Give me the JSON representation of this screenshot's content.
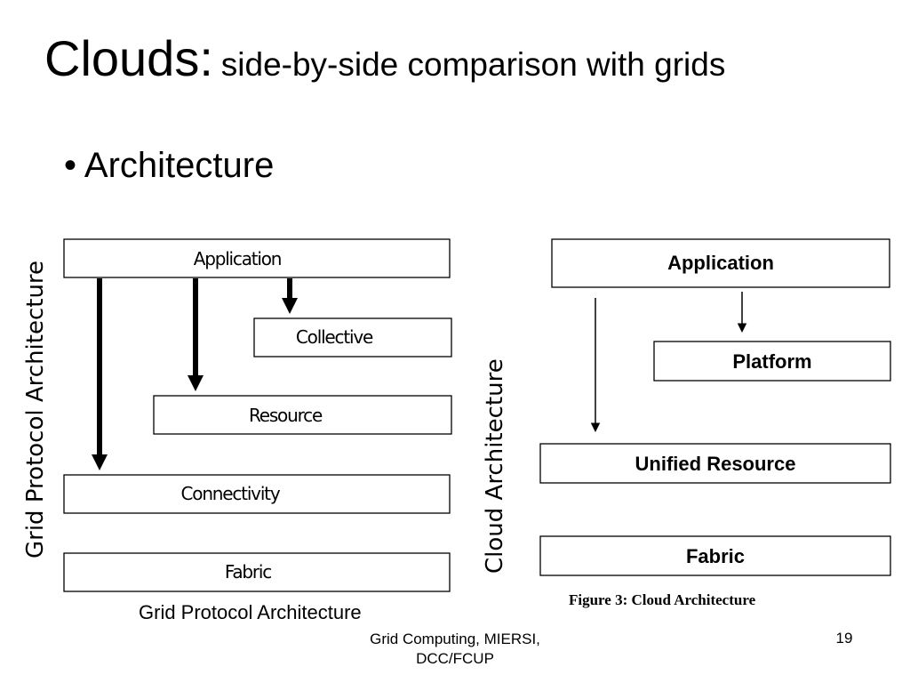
{
  "slide": {
    "title_main": "Clouds:",
    "title_sub": "side-by-side comparison with grids",
    "bullet": "• Architecture",
    "footer_line1": "Grid Computing, MIERSI,",
    "footer_line2": "DCC/FCUP",
    "page_number": "19"
  },
  "grid_diagram": {
    "side_label": "Grid Protocol Architecture",
    "layers": [
      "Application",
      "Collective",
      "Resource",
      "Connectivity",
      "Fabric"
    ],
    "caption": "Grid Protocol Architecture"
  },
  "cloud_diagram": {
    "side_label": "Cloud Architecture",
    "layers": [
      "Application",
      "Platform",
      "Unified Resource",
      "Fabric"
    ],
    "caption": "Figure 3: Cloud Architecture"
  }
}
